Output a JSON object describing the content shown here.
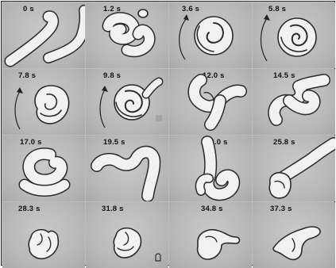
{
  "figure": {
    "frames": [
      {
        "time": "0 s"
      },
      {
        "time": "1.2 s"
      },
      {
        "time": "3.6 s"
      },
      {
        "time": "5.8 s"
      },
      {
        "time": "7.8 s"
      },
      {
        "time": "9.8 s"
      },
      {
        "time": "12.0 s"
      },
      {
        "time": "14.5 s"
      },
      {
        "time": "17.0 s"
      },
      {
        "time": "19.5 s"
      },
      {
        "time": "23.0 s"
      },
      {
        "time": "25.8 s"
      },
      {
        "time": "28.3 s"
      },
      {
        "time": "31.8 s"
      },
      {
        "time": "34.8 s"
      },
      {
        "time": "37.3 s"
      }
    ]
  }
}
